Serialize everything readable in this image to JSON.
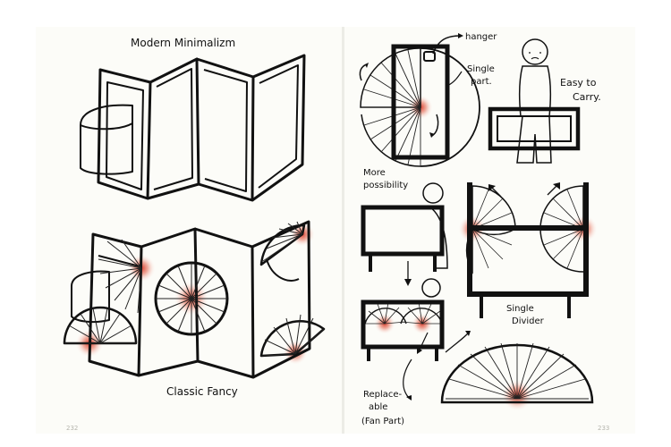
{
  "left_page": {
    "title_top": "Modern Minimalizm",
    "title_bottom": "Classic Fancy",
    "page_number": "232"
  },
  "right_page": {
    "label_hanger": "hanger",
    "label_single_part": [
      "Single",
      "part."
    ],
    "label_easy_to_carry": [
      "Easy to",
      "Carry."
    ],
    "label_more_possibility": [
      "More",
      "possibility"
    ],
    "label_single_divider": [
      "Single",
      "Divider"
    ],
    "label_replaceable": [
      "Replace-",
      "able",
      "(Fan Part)"
    ],
    "page_number": "233"
  },
  "colors": {
    "paper": "#fcfcf8",
    "gutter": "#ecece6",
    "ink": "#111111",
    "accent_red": "#c42418"
  }
}
